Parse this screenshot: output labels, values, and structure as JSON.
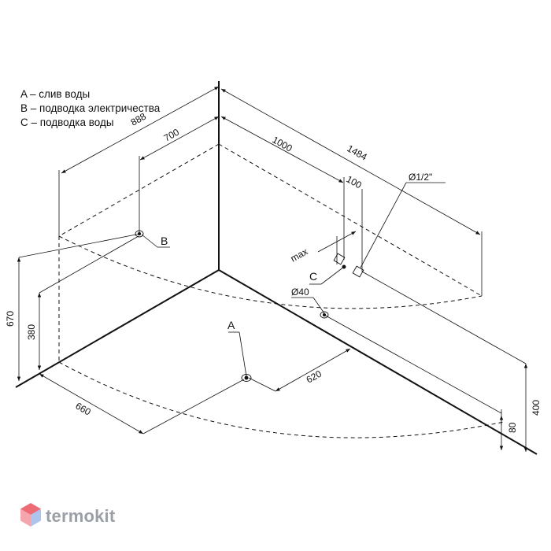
{
  "legend": {
    "a": "A – слив воды",
    "b": "B – подводка электричества",
    "c": "C – подводка воды"
  },
  "points": {
    "a": "A",
    "b": "B",
    "c": "C"
  },
  "dimensions": {
    "d888": "888",
    "d700": "700",
    "d1000": "1000",
    "d1484": "1484",
    "d100": "100",
    "d_pipe": "Ø1/2\"",
    "d_max": "max",
    "d40": "Ø40",
    "d620": "620",
    "d660": "660",
    "d670": "670",
    "d380": "380",
    "d400": "400",
    "d80": "80"
  },
  "watermark": {
    "text": "termokit"
  },
  "colors": {
    "line": "#111111",
    "watermark": "#9aa0a6",
    "logo_red": "#e63946",
    "logo_blue": "#4a7fd6"
  }
}
